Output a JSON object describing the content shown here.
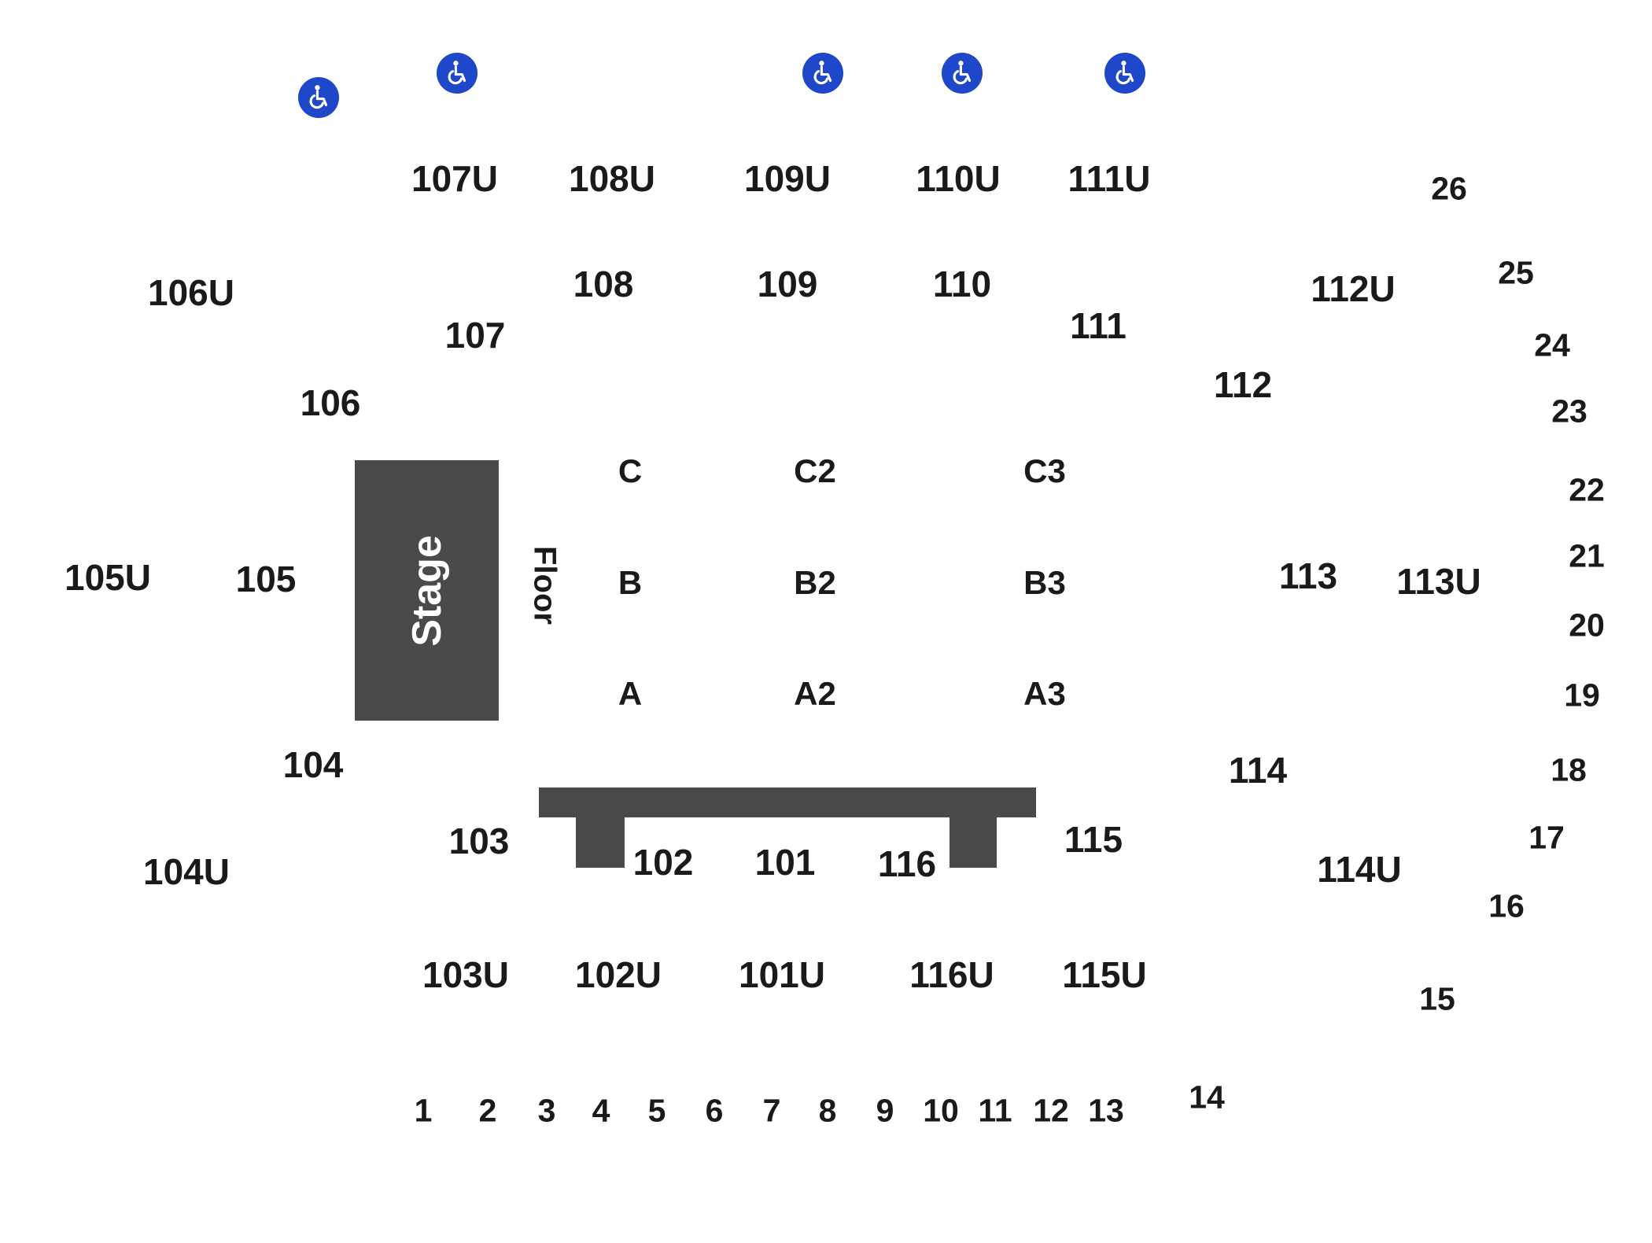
{
  "stage": {
    "label": "Stage"
  },
  "floor": {
    "label": "Floor"
  },
  "upper_sections": [
    "107U",
    "108U",
    "109U",
    "110U",
    "111U",
    "106U",
    "112U",
    "105U",
    "113U",
    "104U",
    "114U",
    "103U",
    "102U",
    "101U",
    "116U",
    "115U"
  ],
  "lower_sections": [
    "108",
    "109",
    "110",
    "111",
    "107",
    "106",
    "112",
    "105",
    "113",
    "104",
    "114",
    "103",
    "102",
    "101",
    "116",
    "115"
  ],
  "floor_sections": [
    "C",
    "C2",
    "C3",
    "B",
    "B2",
    "B3",
    "A",
    "A2",
    "A3"
  ],
  "edge_numbers": [
    "1",
    "2",
    "3",
    "4",
    "5",
    "6",
    "7",
    "8",
    "9",
    "10",
    "11",
    "12",
    "13",
    "14",
    "15",
    "16",
    "17",
    "18",
    "19",
    "20",
    "21",
    "22",
    "23",
    "24",
    "25",
    "26"
  ],
  "accessibility_icon": "wheelchair-icon",
  "colors": {
    "stage": "#4a4a4a",
    "accessibility": "#1f47c9",
    "text": "#1a1a1a"
  }
}
